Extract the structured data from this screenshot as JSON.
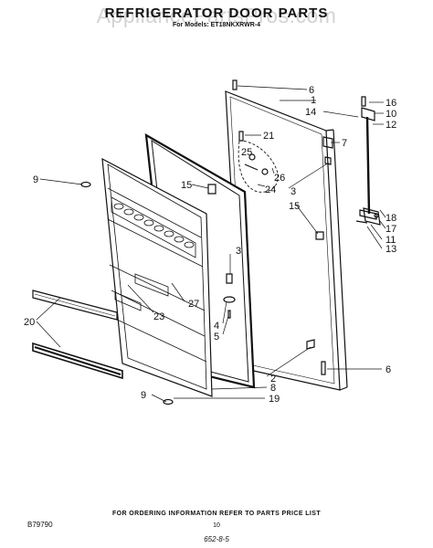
{
  "watermark": "AppliancePartsPros.com",
  "title": "REFRIGERATOR DOOR PARTS",
  "models": "For Models: ET18NKXRWR-4",
  "footer": "FOR ORDERING INFORMATION REFER TO PARTS PRICE LIST",
  "code": "B79790",
  "page": "10",
  "handnote": "652-8-5",
  "callouts": {
    "c6a": "6",
    "c1": "1",
    "c14": "14",
    "c21": "21",
    "c25": "25",
    "c26": "26",
    "c24": "24",
    "c3a": "3",
    "c15a": "15",
    "c9a": "9",
    "c15b": "15",
    "c16": "16",
    "c10": "10",
    "c12": "12",
    "c7": "7",
    "c18": "18",
    "c17": "17",
    "c11": "11",
    "c13": "13",
    "c3b": "3",
    "c27": "27",
    "c20": "20",
    "c23": "23",
    "c4": "4",
    "c5": "5",
    "c2": "2",
    "c6b": "6",
    "c8": "8",
    "c9b": "9",
    "c19": "19"
  }
}
